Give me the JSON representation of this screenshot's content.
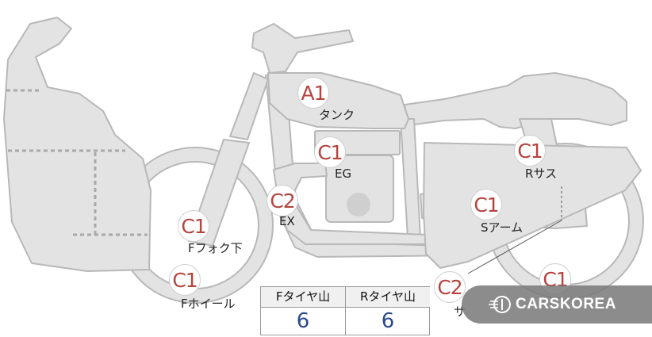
{
  "grades": [
    {
      "key": "tank",
      "grade": "A1",
      "part": "タンク"
    },
    {
      "key": "engine",
      "grade": "C1",
      "part": "EG"
    },
    {
      "key": "exhaust",
      "grade": "C2",
      "part": "EX"
    },
    {
      "key": "front-fork",
      "grade": "C1",
      "part": "Fフォク下"
    },
    {
      "key": "front-wheel",
      "grade": "C1",
      "part": "Fホイール"
    },
    {
      "key": "rear-suspension",
      "grade": "C1",
      "part": "Rサス"
    },
    {
      "key": "swing-arm",
      "grade": "C1",
      "part": "Sアーム"
    },
    {
      "key": "muffler",
      "grade": "C2",
      "part": "サ"
    },
    {
      "key": "rear-wheel",
      "grade": "C1",
      "part": ""
    }
  ],
  "tire_table": {
    "front_label": "Fタイヤ山",
    "rear_label": "Rタイヤ山",
    "front_value": "6",
    "rear_value": "6"
  },
  "logo": {
    "text": "CARSKOREA"
  },
  "colors": {
    "body": "#e3e3e3",
    "outline": "#b8b8b8",
    "grade_text": "#b5443f",
    "value_text": "#2b4a8b"
  }
}
